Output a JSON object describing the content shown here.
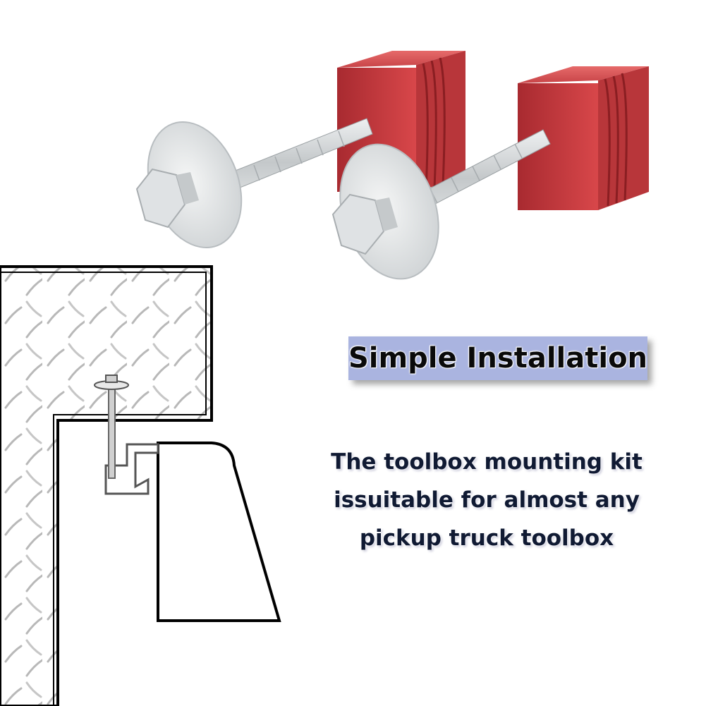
{
  "badge": {
    "label": "Simple Installation",
    "background_color": "#aab4e0"
  },
  "description": {
    "lines": [
      "The toolbox mounting kit",
      "issuitable for almost any",
      "pickup truck toolbox"
    ],
    "color": "#101a33"
  },
  "art": {
    "clamp_color": "#c8383c",
    "bolt_color": "#d8dcde",
    "icons": [
      "red-clamp-block-icon",
      "hex-bolt-washer-icon",
      "toolbox-rail-diagram-icon"
    ]
  }
}
